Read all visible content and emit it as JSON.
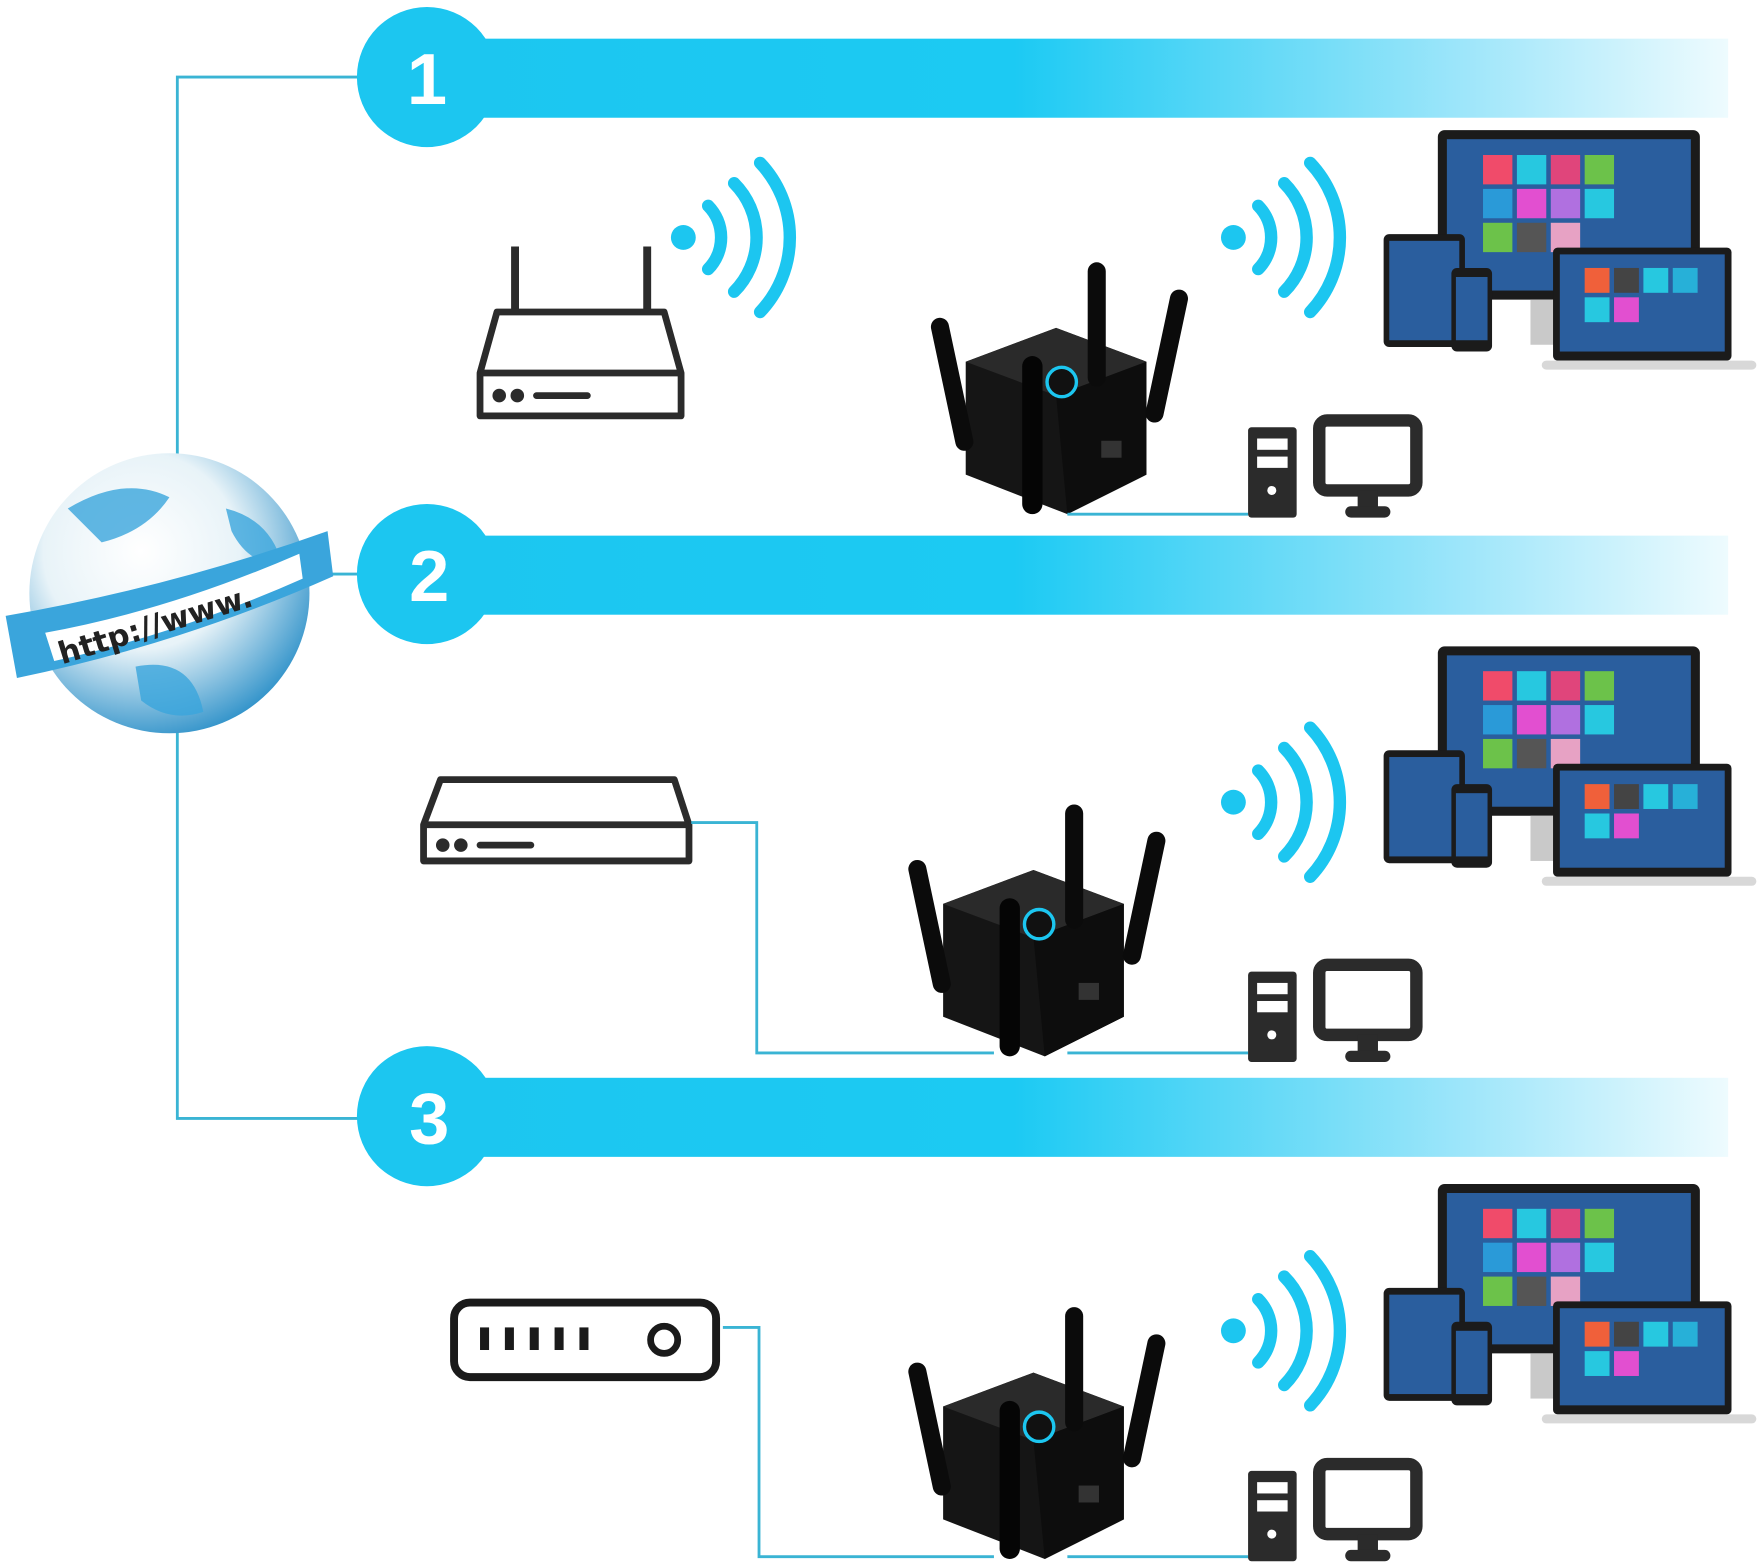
{
  "steps": [
    {
      "number": "1"
    },
    {
      "number": "2"
    },
    {
      "number": "3"
    }
  ],
  "globe": {
    "label": "http://www."
  },
  "colors": {
    "accent": "#1cc6f0",
    "line": "#3ab4d4",
    "icon": "#2b2b2b",
    "device": "#111111"
  }
}
